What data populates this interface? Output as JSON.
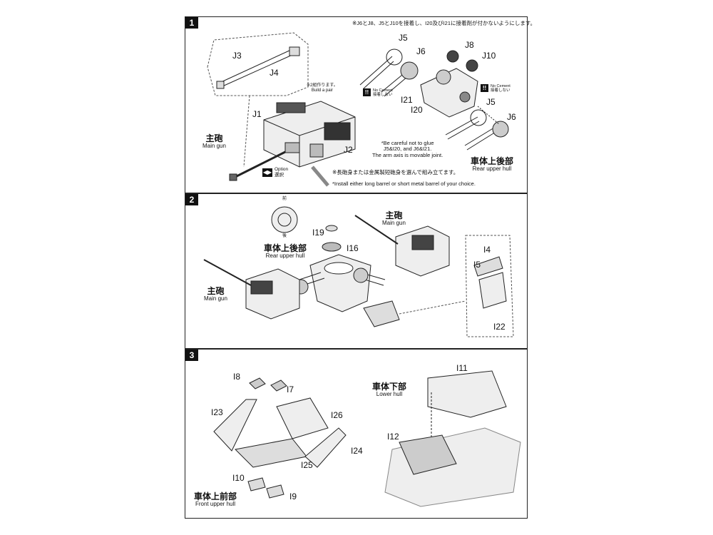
{
  "steps": [
    {
      "number": "1",
      "top_note": "※J6とJ8、J5とJ10を接着し、I20及びI21に接着剤が付かないようにします。",
      "parts": [
        "J3",
        "J4",
        "J1",
        "J2",
        "J5",
        "J6",
        "J8",
        "J10",
        "I21",
        "I20",
        "J5",
        "J6"
      ],
      "pair_note_jp": "※2組作ります。",
      "pair_note_en": "Build a pair",
      "main_gun_jp": "主砲",
      "main_gun_en": "Main gun",
      "option_en": "Option",
      "option_jp": "選択",
      "no_cement_en": "No Cement",
      "no_cement_jp": "接着しない",
      "careful_note": [
        "*Be careful not to glue",
        "J5&I20, and J6&I21.",
        "The arm axis is movable joint."
      ],
      "rear_hull_jp": "車体上後部",
      "rear_hull_en": "Rear upper hull",
      "barrel_note_jp": "※長砲身または金属製短砲身を選んで組み立てます。",
      "barrel_note_en": "*Install either long barrel or short metal barrel of your choice."
    },
    {
      "number": "2",
      "front_jp": "前",
      "back_jp": "後",
      "parts": [
        "I19",
        "I16",
        "I4",
        "I5",
        "I22"
      ],
      "rear_hull_jp": "車体上後部",
      "rear_hull_en": "Rear upper hull",
      "main_gun_jp": "主砲",
      "main_gun_en": "Main gun"
    },
    {
      "number": "3",
      "parts": [
        "I8",
        "I7",
        "I23",
        "I26",
        "I24",
        "I25",
        "I10",
        "I9",
        "I11",
        "I12"
      ],
      "lower_hull_jp": "車体下部",
      "lower_hull_en": "Lower hull",
      "front_hull_jp": "車体上前部",
      "front_hull_en": "Front upper hull"
    }
  ]
}
